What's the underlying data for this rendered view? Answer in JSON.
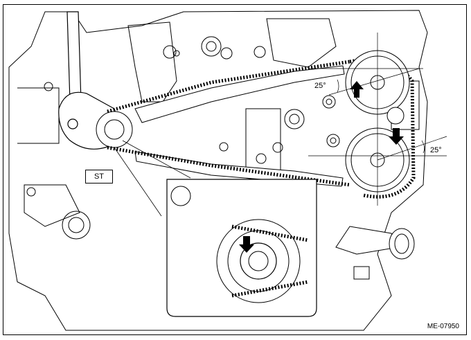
{
  "labels": {
    "special_tool": "ST",
    "angle_intake": "25°",
    "angle_exhaust": "25°",
    "figure_id": "ME-07950"
  },
  "colors": {
    "line": "#000000",
    "background": "#ffffff",
    "shade": "#d9d9d9"
  },
  "icons": [
    "arrow-up-icon",
    "arrow-down-icon",
    "arrow-down-icon"
  ]
}
